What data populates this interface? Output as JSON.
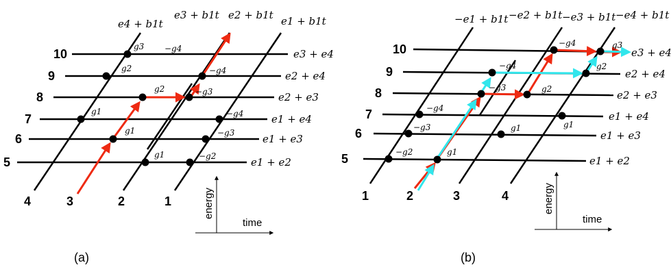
{
  "panel_a": {
    "caption": "(a)",
    "top_labels": [
      "e4 + b1t",
      "e3 + b1t",
      "e2 + b1t",
      "e1 + b1t"
    ],
    "bottom_labels": [
      "4",
      "3",
      "2",
      "1"
    ],
    "row_numbers": [
      "10",
      "9",
      "8",
      "7",
      "6",
      "5"
    ],
    "right_labels": [
      "e3 + e4",
      "e2 + e4",
      "e2 + e3",
      "e1 + e4",
      "e1 + e3",
      "e1 + e2"
    ],
    "node_labels": [
      "g3",
      "−g4",
      "g2",
      "−g4",
      "g2",
      "−g3",
      "g1",
      "−g4",
      "g1",
      "−g3",
      "g1",
      "−g2"
    ],
    "axis_vertical": "energy",
    "axis_horizontal": "time"
  },
  "panel_b": {
    "caption": "(b)",
    "top_labels": [
      "−e1 + b1t",
      "−e2 + b1t",
      "−e3 + b1t",
      "−e4 + b1t"
    ],
    "bottom_labels": [
      "1",
      "2",
      "3",
      "4"
    ],
    "row_numbers": [
      "10",
      "9",
      "8",
      "7",
      "6",
      "5"
    ],
    "right_labels": [
      "e3 + e4",
      "e2 + e4",
      "e2 + e3",
      "e1 + e4",
      "e1 + e3",
      "e1 + e2"
    ],
    "node_labels": [
      "−g4",
      "g3",
      "−g4",
      "g2",
      "−g3",
      "g2",
      "−g4",
      "g1",
      "g1",
      "−g3",
      "−g2",
      "g1"
    ],
    "axis_vertical": "energy",
    "axis_horizontal": "time"
  },
  "colors": {
    "lines": "#000000",
    "path_red": "#ee2a12",
    "path_cyan": "#31e6ec"
  }
}
